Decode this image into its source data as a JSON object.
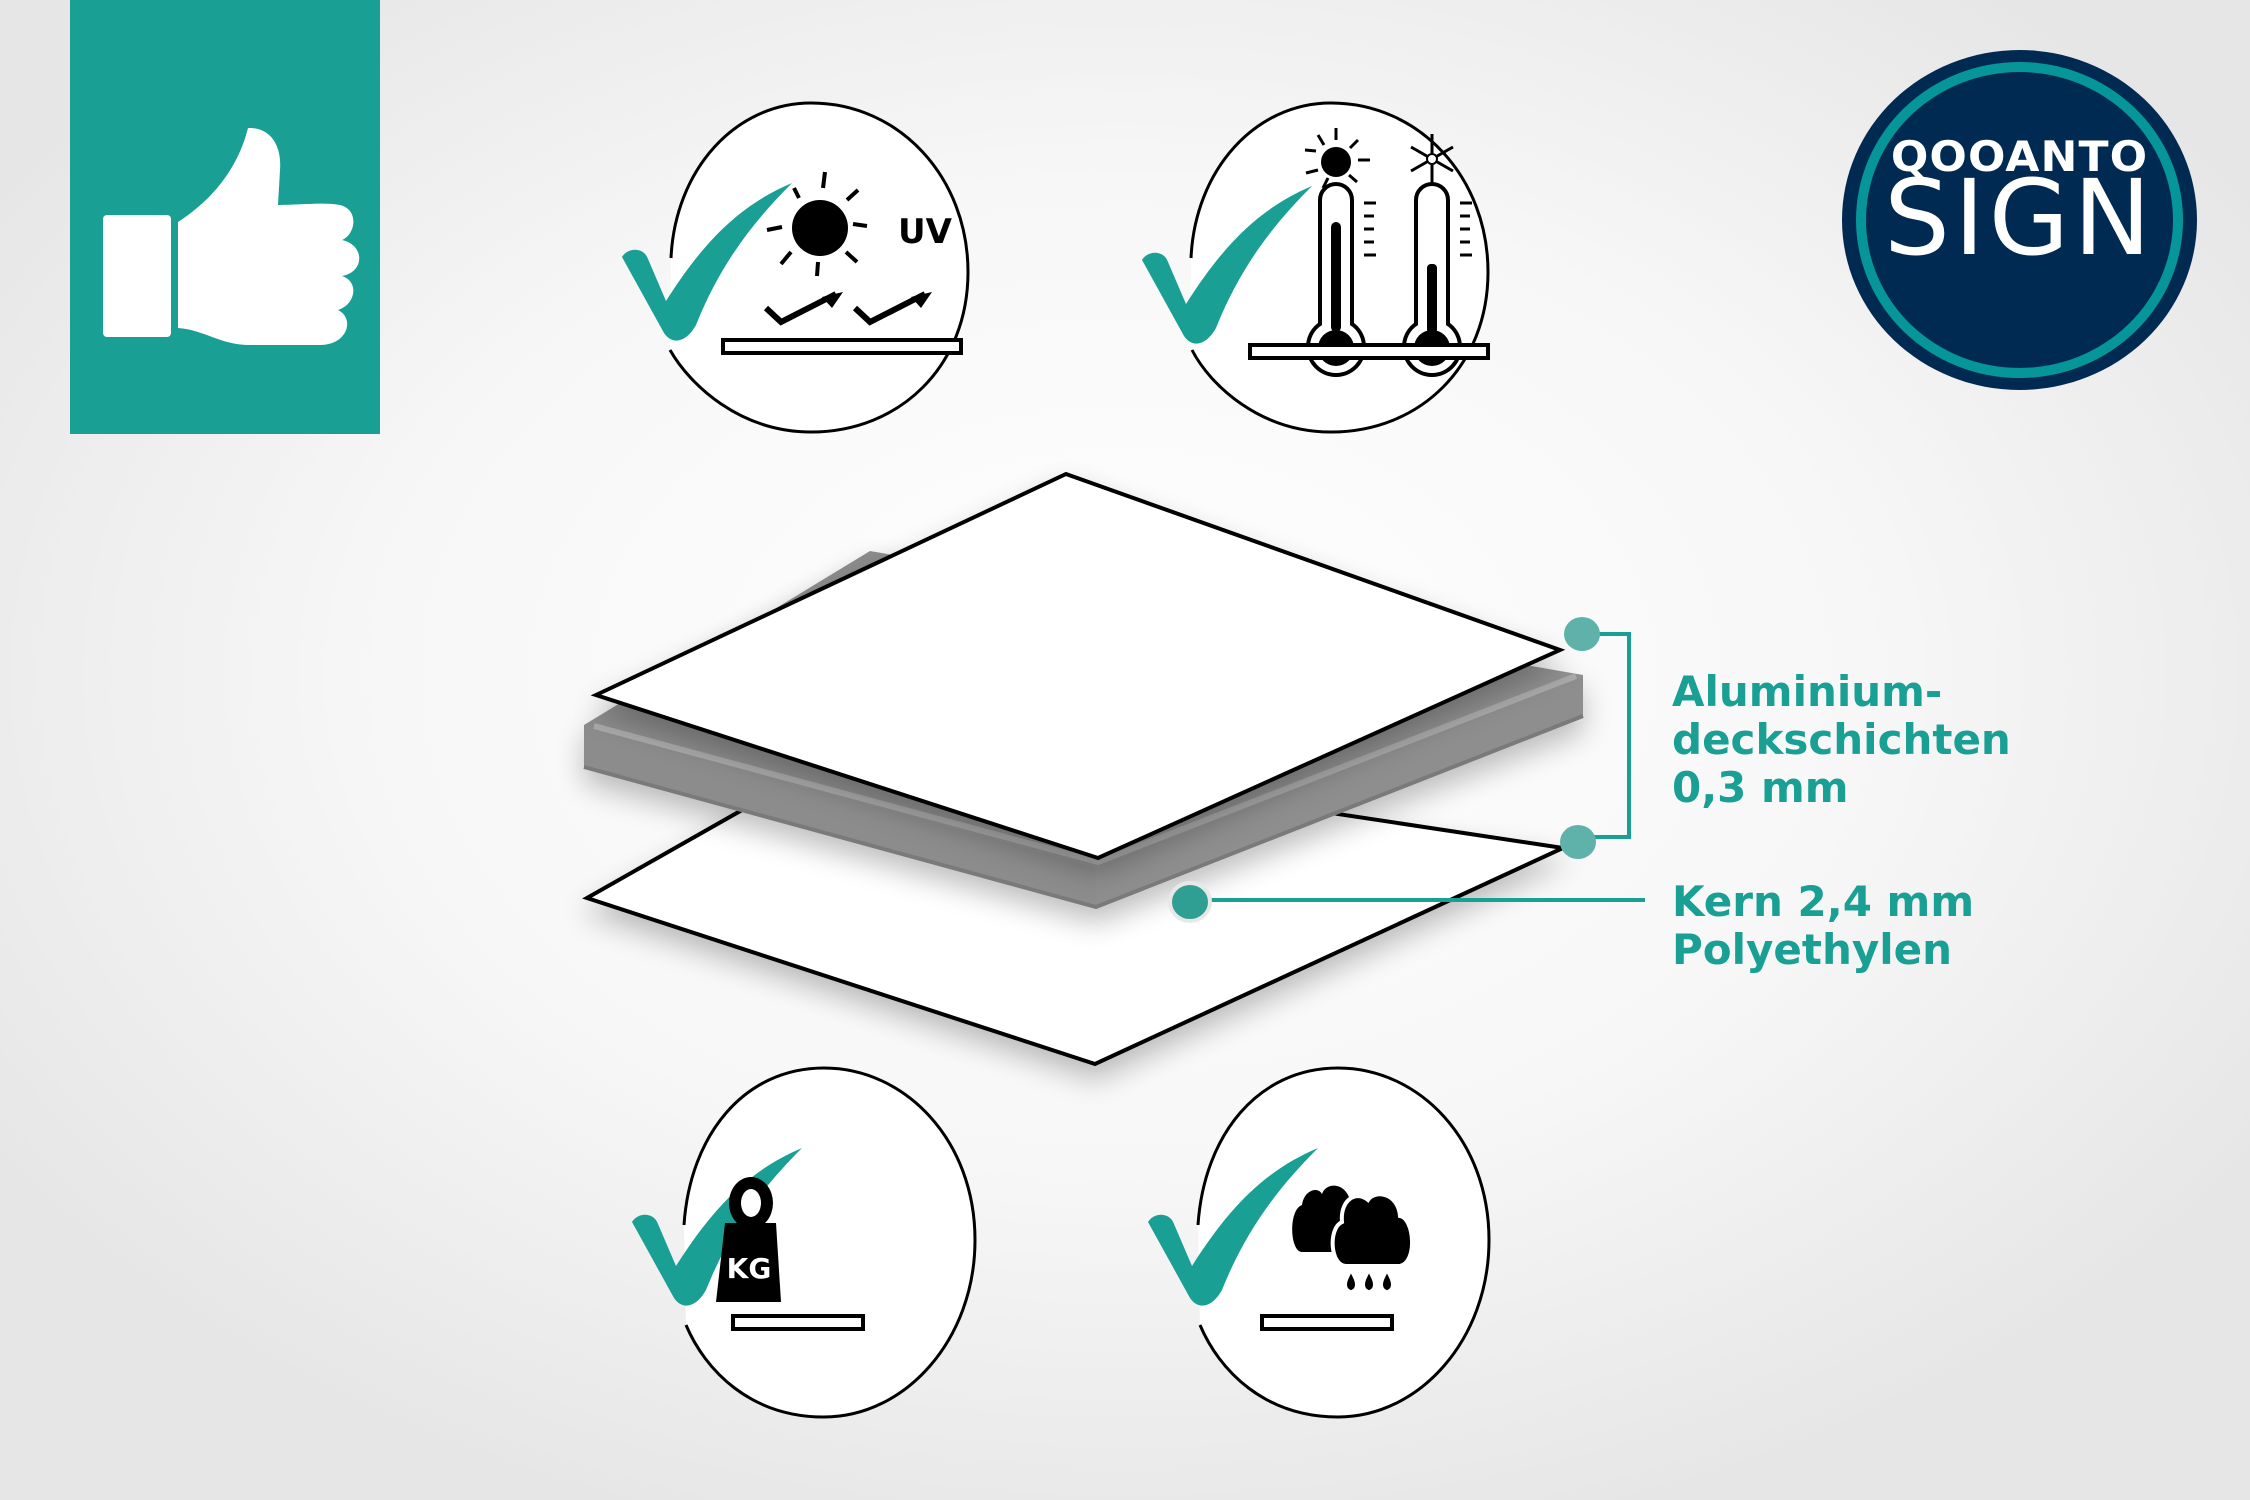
{
  "colors": {
    "accent": "#1a9f94",
    "logo_bg": "#012a52",
    "logo_ring": "#06969a",
    "core_gray": "#8e8e8e",
    "outline": "#000000"
  },
  "badge": {
    "icon": "thumbs-up-icon"
  },
  "logo": {
    "line1": "QOOANTO",
    "line2": "SIGN"
  },
  "features": [
    {
      "name": "uv-resistant",
      "icon": "sun-uv-icon",
      "badge_text": "UV",
      "check": "checkmark-icon"
    },
    {
      "name": "temperature-resistant",
      "icon": "thermometer-hot-cold-icon",
      "check": "checkmark-icon"
    },
    {
      "name": "lightweight",
      "icon": "kg-weight-icon",
      "badge_text": "KG",
      "check": "checkmark-icon"
    },
    {
      "name": "weather-resistant",
      "icon": "rain-cloud-icon",
      "check": "checkmark-icon"
    }
  ],
  "layers": {
    "aluminium": {
      "line1": "Aluminium-",
      "line2": "deckschichten",
      "line3": "0,3 mm"
    },
    "core": {
      "line1": "Kern 2,4 mm",
      "line2": "Polyethylen"
    }
  }
}
